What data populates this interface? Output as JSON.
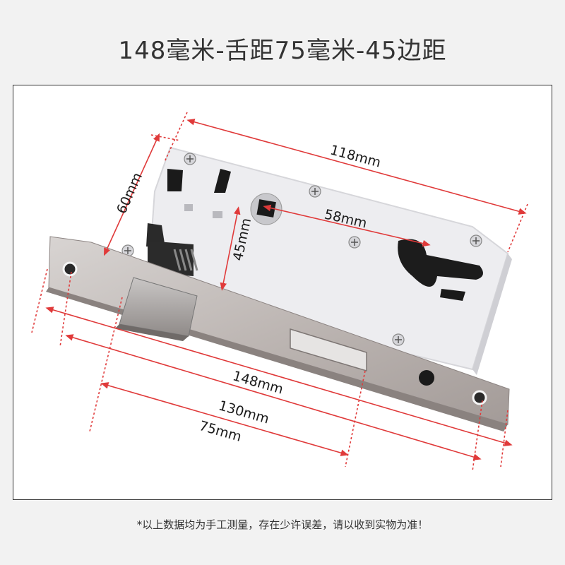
{
  "title": "148毫米-舌距75毫米-45边距",
  "dimensions": {
    "length_118": "118mm",
    "height_60": "60mm",
    "spacing_58": "58mm",
    "backset_45": "45mm",
    "faceplate_148": "148mm",
    "body_130": "130mm",
    "bolt_75": "75mm"
  },
  "colors": {
    "background": "#f2f2f2",
    "dimension_line": "#e03a3a",
    "text": "#333333"
  },
  "footnote": "*以上数据均为手工测量，存在少许误差，请以收到实物为准！"
}
